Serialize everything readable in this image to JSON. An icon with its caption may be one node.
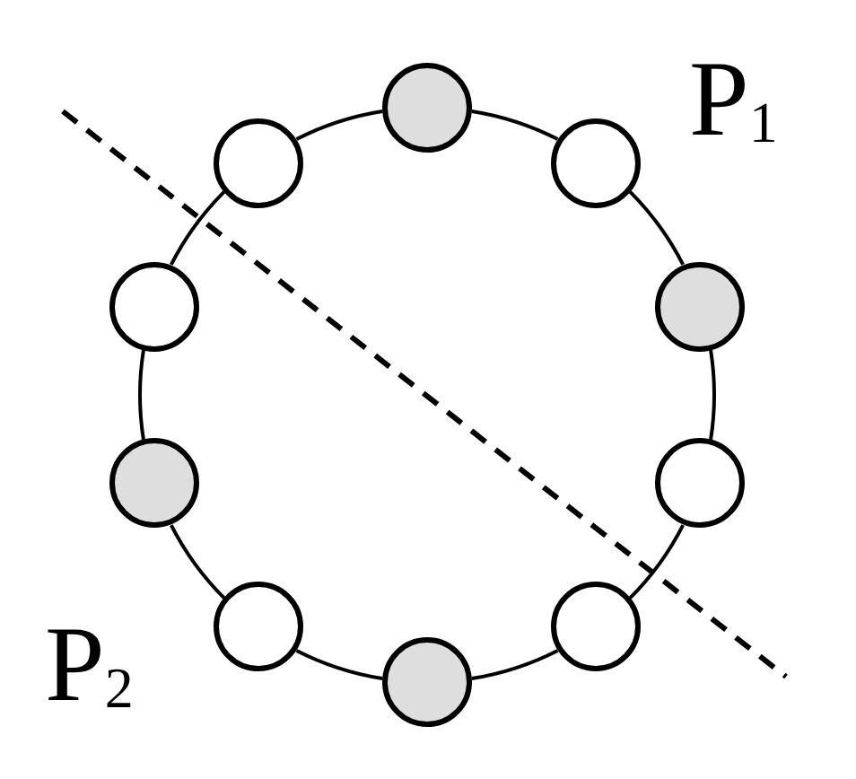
{
  "diagram": {
    "nodes": [
      {
        "text": [],
        "shape": "circle"
      },
      {
        "text": [],
        "shape": "circle"
      },
      {
        "text": [],
        "shape": "circle"
      },
      {
        "text": [],
        "shape": "circle"
      },
      {
        "text": [],
        "shape": "circle"
      },
      {
        "text": [],
        "shape": "circle"
      },
      {
        "text": [],
        "shape": "circle"
      },
      {
        "text": [],
        "shape": "circle"
      },
      {
        "text": [],
        "shape": "circle"
      },
      {
        "text": [],
        "shape": "circle"
      }
    ],
    "edges": [
      {
        "from": 0,
        "to": 2,
        "arrow": "none"
      },
      {
        "from": 2,
        "to": 4,
        "arrow": "none"
      },
      {
        "from": 4,
        "to": 6,
        "arrow": "none"
      },
      {
        "from": 6,
        "to": 8,
        "arrow": "none"
      },
      {
        "from": 8,
        "to": 9,
        "arrow": "none"
      },
      {
        "from": 9,
        "to": 7,
        "arrow": "none"
      },
      {
        "from": 7,
        "to": 5,
        "arrow": "none"
      },
      {
        "from": 5,
        "to": 3,
        "arrow": "none"
      },
      {
        "from": 3,
        "to": 1,
        "arrow": "none"
      },
      {
        "from": 1,
        "to": 0,
        "arrow": "none"
      }
    ],
    "labels": [
      "P$_{1}$",
      "P$_{2}$"
    ]
  }
}
